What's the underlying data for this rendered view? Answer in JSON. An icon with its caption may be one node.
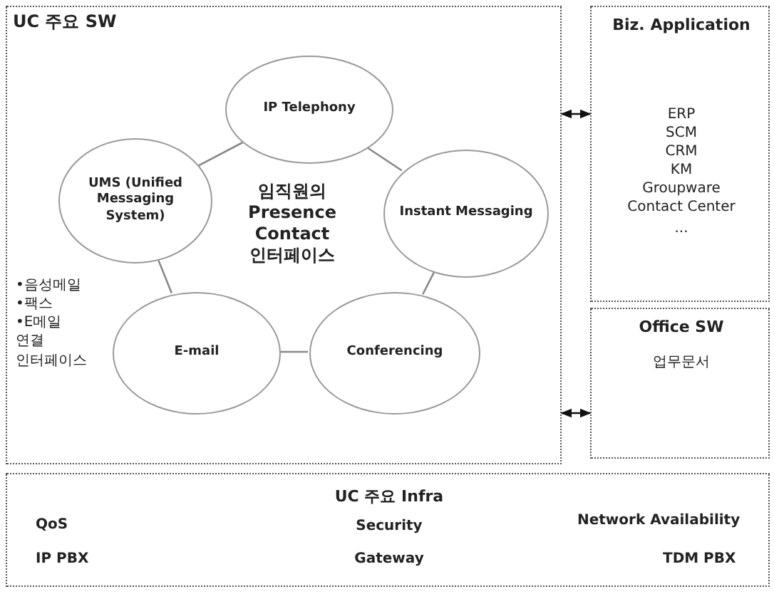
{
  "diagram": {
    "nodes": [
      {
        "text": [
          "UC 주요 SW",
          "임직원의 Presence Contact 인터페이스",
          "•음성메일",
          "•팩스",
          "•E메일",
          "연결 인터페이스"
        ]
      },
      {
        "text": [
          "IP Telephony"
        ],
        "in": 0
      },
      {
        "text": [
          "UMS (Unified Messaging System)"
        ],
        "in": 0
      },
      {
        "text": [
          "Instant Messaging"
        ],
        "in": 0
      },
      {
        "text": [
          "E-mail"
        ],
        "in": 0
      },
      {
        "text": [
          "Conferencing"
        ],
        "in": 0
      },
      {
        "text": [
          "Biz. Application",
          "ERP",
          "SCM",
          "CRM",
          "KM",
          "Groupware",
          "Contact Center",
          "..."
        ]
      },
      {
        "text": [
          "Office SW",
          "업무문서"
        ]
      },
      {
        "text": [
          "UC 주요 Infra",
          "QoS",
          "Security",
          "Network Availability",
          "IP PBX",
          "Gateway",
          "TDM PBX"
        ]
      }
    ],
    "edges": [
      {
        "from": 1,
        "to": 3,
        "arrow": "none"
      },
      {
        "from": 3,
        "to": 5,
        "arrow": "none"
      },
      {
        "from": 5,
        "to": 4,
        "arrow": "none"
      },
      {
        "from": 4,
        "to": 2,
        "arrow": "none"
      },
      {
        "from": 2,
        "to": 1,
        "arrow": "none"
      },
      {
        "from": 0,
        "to": 6,
        "arrow": "both",
        "color": "#111111"
      },
      {
        "from": 0,
        "to": 7,
        "arrow": "both",
        "color": "#111111"
      }
    ]
  }
}
